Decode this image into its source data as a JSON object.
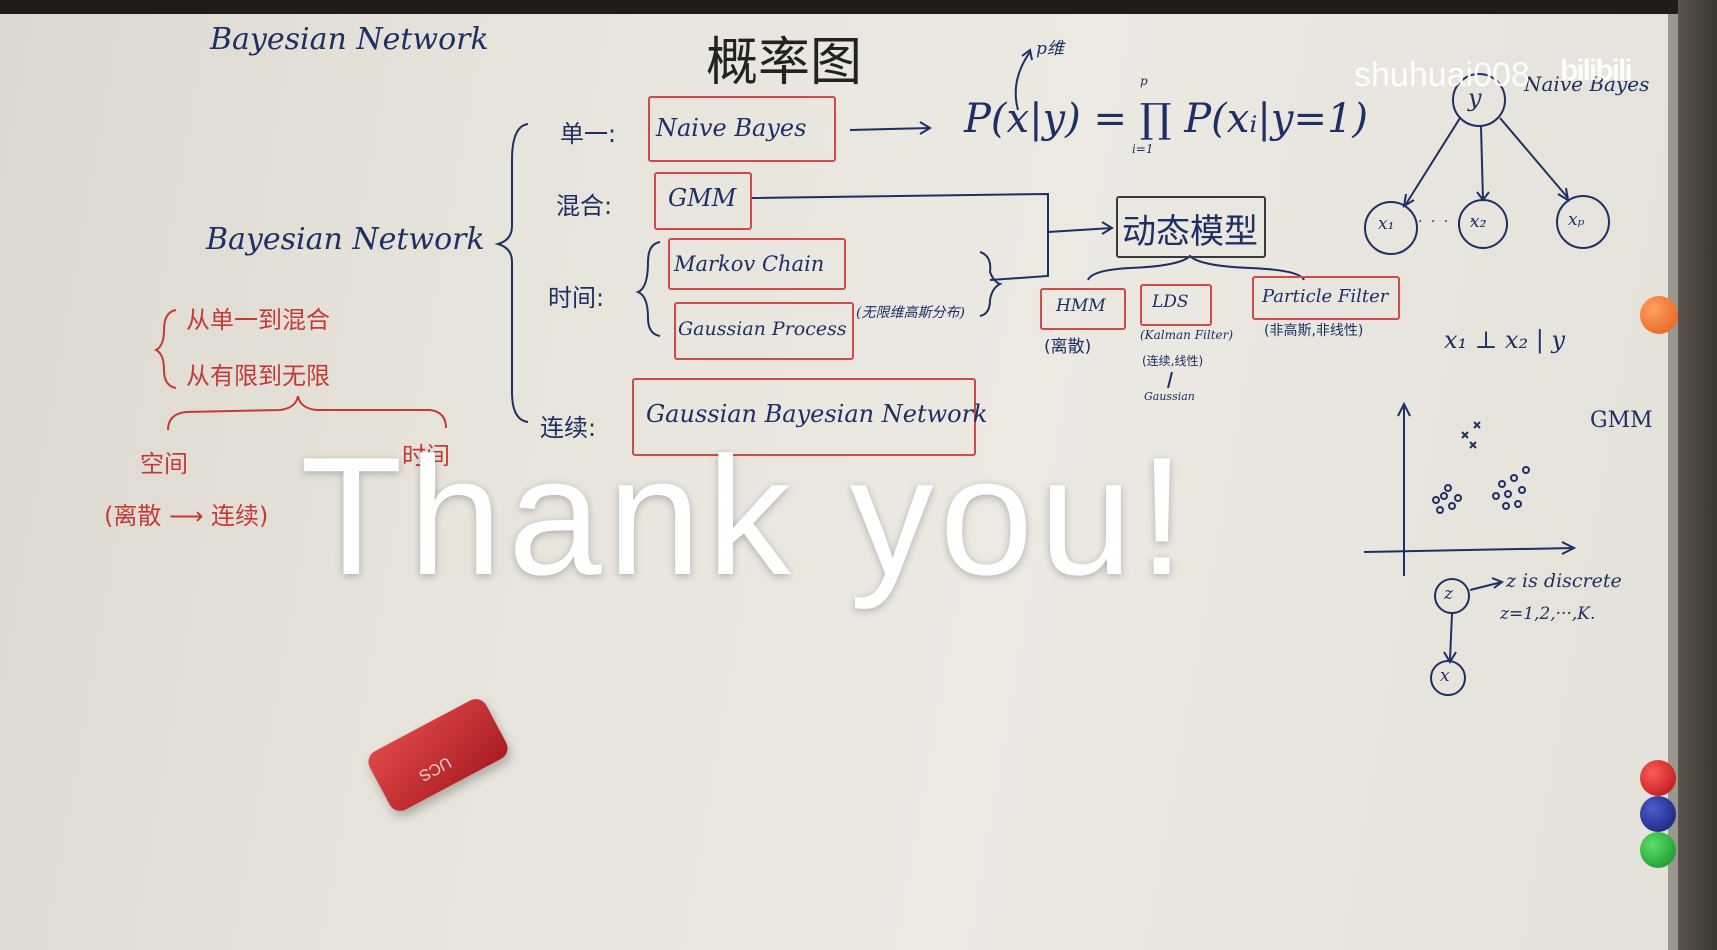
{
  "overlay_text": "Thank you!",
  "watermark": {
    "channel": "shuhuai008",
    "logo": "bilibili"
  },
  "board": {
    "top_left_title": "Bayesian Network",
    "center_title": "概率图",
    "p_dim": "p维",
    "root": "Bayesian Network",
    "summary": {
      "line1": "从单一到混合",
      "line2": "从有限到无限",
      "space": "空间",
      "space_note": "(离散 ⟶ 连续)",
      "time": "时间"
    },
    "rows": {
      "single": {
        "label": "单一:",
        "model": "Naive Bayes",
        "formula": "P(x|y) = ∏ P(xᵢ|y=1)",
        "prod_top": "p",
        "prod_bottom": "i=1"
      },
      "mixture": {
        "label": "混合:",
        "model": "GMM"
      },
      "time": {
        "label": "时间:",
        "model1": "Markov Chain",
        "model2": "Gaussian Process",
        "note": "(无限维高斯分布)"
      },
      "continuous": {
        "label": "连续:",
        "model": "Gaussian Bayesian Network"
      }
    },
    "dynamic": {
      "title": "动态模型",
      "hmm": "HMM",
      "hmm_note": "(离散)",
      "lds": "LDS",
      "lds_note1": "(Kalman Filter)",
      "lds_note2": "(连续,线性)",
      "lds_note3": "Gaussian",
      "pf": "Particle Filter",
      "pf_note": "(非高斯,非线性)"
    },
    "naive_graph": {
      "title": "Naive Bayes",
      "root": "y",
      "leaves": [
        "x₁",
        "x₂",
        "xₚ"
      ],
      "dots": "· · · · · ·",
      "independence": "x₁ ⊥ x₂ | y"
    },
    "gmm": {
      "label": "GMM",
      "latent": "z",
      "observed": "x",
      "note1": "z is discrete",
      "note2": "z=1,2,···,K."
    },
    "eraser_brand": "UCS"
  },
  "colors": {
    "blue_marker": "#1e2f63",
    "red_marker": "#c63a36",
    "overlay": "#ffffff"
  }
}
